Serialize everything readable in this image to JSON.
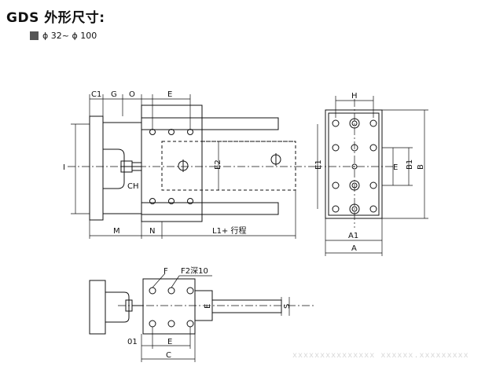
{
  "header": {
    "title": "GDS 外形尺寸:",
    "range": "ϕ 32~ ϕ 100"
  },
  "labels": {
    "C1": "C1",
    "G": "G",
    "O": "O",
    "E": "E",
    "I": "I",
    "CH": "CH",
    "E2": "E2",
    "M": "M",
    "N": "N",
    "L1": "L1+ 行程",
    "H": "H",
    "E1": "E1",
    "B1": "B1",
    "B": "B",
    "A1": "A1",
    "A": "A",
    "F": "F",
    "F2": "F2深10",
    "S": "S",
    "O1": "01",
    "C": "C"
  },
  "watermark": "xxxxxxxxxxxxxxx xxxxxx.xxxxxxxxx"
}
